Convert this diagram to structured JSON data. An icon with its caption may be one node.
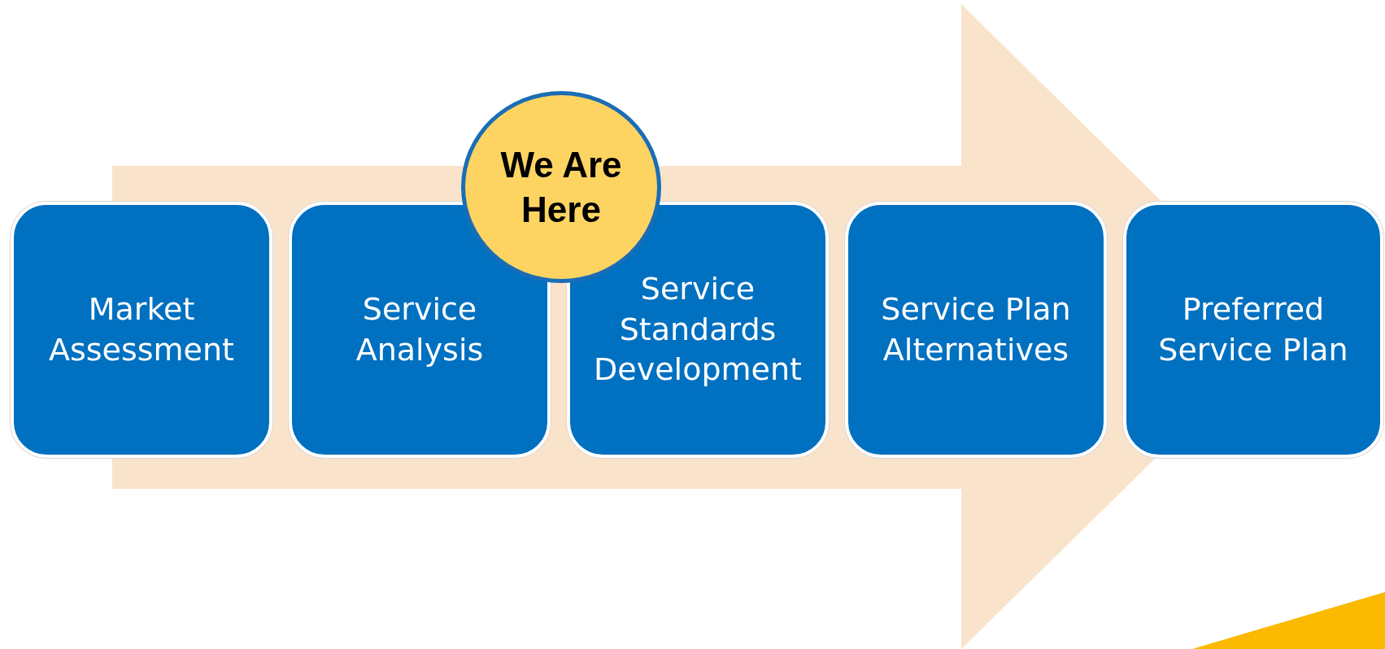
{
  "diagram": {
    "nodes": [
      {
        "text": [
          "Market Assessment"
        ]
      },
      {
        "text": [
          "Service Analysis"
        ]
      },
      {
        "text": [
          "Service Standards Development"
        ]
      },
      {
        "text": [
          "Service Plan Alternatives"
        ]
      },
      {
        "text": [
          "Preferred Service Plan"
        ]
      },
      {
        "text": [
          "We Are Here"
        ]
      }
    ],
    "edges": [
      {
        "from": 0,
        "to": 4,
        "arrow": "to"
      }
    ]
  }
}
